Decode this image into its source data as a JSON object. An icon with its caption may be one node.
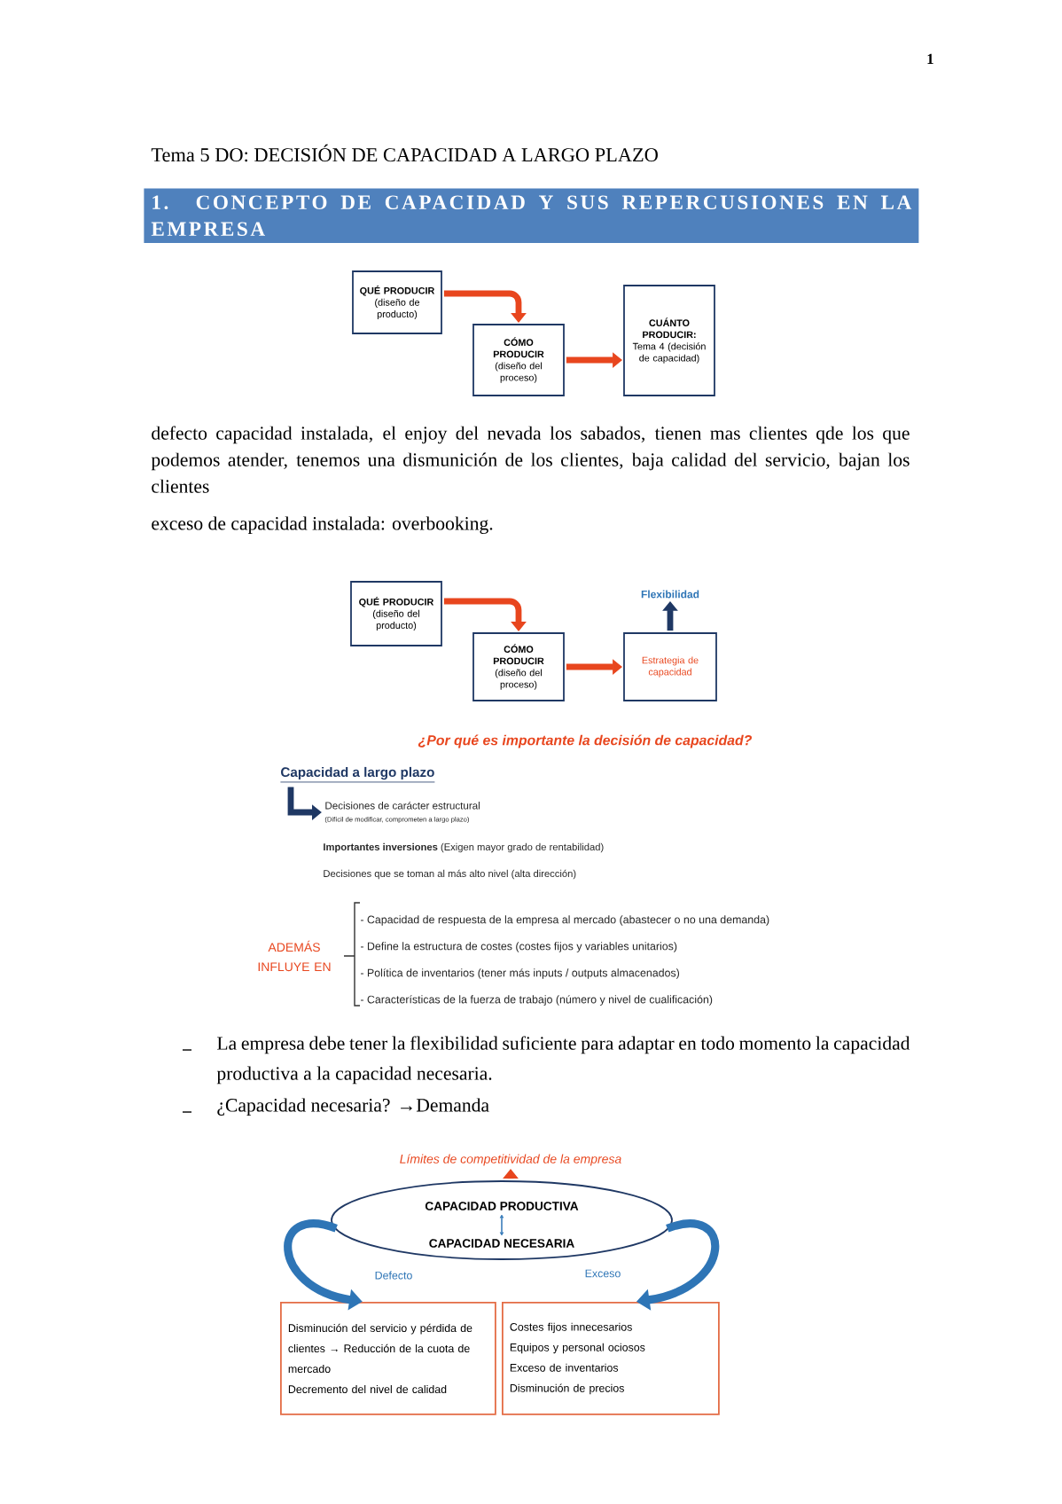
{
  "diagram": {
    "title": "Tema 5 DO: DECISIÓN DE CAPACIDAD A LARGO PLAZO",
    "nodes": [
      {
        "text": [
          "1. CONCEPTO DE CAPACIDAD Y SUS REPERCUSIONES EN LA EMPRESA"
        ]
      },
      {
        "text": [
          "QUÉ PRODUCIR",
          "(diseño de producto)"
        ]
      },
      {
        "text": [
          "CÓMO PRODUCIR",
          "(diseño del proceso)"
        ]
      },
      {
        "text": [
          "CUÁNTO PRODUCIR:",
          "Tema 4 (decisión de capacidad)"
        ]
      },
      {
        "text": [
          "QUÉ PRODUCIR",
          "(diseño del producto)"
        ]
      },
      {
        "text": [
          "Flexibilidad"
        ]
      },
      {
        "text": [
          "CÓMO PRODUCIR",
          "(diseño del proceso)"
        ]
      },
      {
        "text": [
          "Estrategia de capacidad"
        ]
      },
      {
        "text": [
          "Capacidad a largo plazo"
        ]
      },
      {
        "text": [
          "Decisiones de carácter estructural",
          "(Difícil de modificar, comprometen a largo plazo)"
        ]
      },
      {
        "text": [
          "Límites de competitividad de la empresa"
        ]
      },
      {
        "text": [],
        "shape": "ellipse"
      },
      {
        "text": [
          "CAPACIDAD PRODUCTIVA"
        ],
        "in": 11
      },
      {
        "text": [
          "CAPACIDAD NECESARIA"
        ],
        "in": 11
      },
      {
        "text": [
          "Disminución del servicio y pérdida de clientes → Reducción de la cuota de mercado",
          "Decremento del nivel de calidad"
        ]
      },
      {
        "text": [
          "Costes fijos innecesarios",
          "Equipos y personal ociosos",
          "Exceso de inventarios",
          "Disminución de precios"
        ]
      }
    ],
    "edges": [
      {
        "from": 1,
        "to": 2,
        "arrow": "to"
      },
      {
        "from": 2,
        "to": 3,
        "arrow": "to"
      },
      {
        "from": 4,
        "to": 6,
        "arrow": "to"
      },
      {
        "from": 6,
        "to": 7,
        "arrow": "to"
      },
      {
        "from": 7,
        "to": 5,
        "arrow": "to",
        "color": "#1f3864"
      },
      {
        "from": 8,
        "to": 9,
        "arrow": "to",
        "color": "#1f3864"
      },
      {
        "from": 11,
        "to": 10,
        "arrow": "to"
      },
      {
        "from": 12,
        "to": 13,
        "arrow": "both",
        "color": "#2e75b6"
      },
      {
        "from": 11,
        "to": 14,
        "arrow": "to",
        "color": "#2e75b6",
        "label": "Defecto"
      },
      {
        "from": 11,
        "to": 15,
        "arrow": "to",
        "color": "#2e75b6",
        "label": "Exceso"
      }
    ],
    "labels": [
      "1",
      "defecto capacidad instalada, el enjoy del nevada los sabados, tienen mas clientes qde los que podemos atender, tenemos una dismunición de los clientes, baja calidad del servicio, bajan los clientes",
      "exceso de capacidad instalada: overbooking.",
      "¿Por qué es importante la decisión de capacidad?",
      "**Importantes inversiones** (Exigen mayor grado de rentabilidad)",
      "Decisiones que se toman al más alto nivel (alta dirección)",
      "ADEMÁS INFLUYE EN",
      "- Capacidad de respuesta de la empresa al mercado (abastecer o no una demanda)",
      "- Define la estructura de costes (costes fijos y variables unitarios)",
      "- Política de inventarios (tener más inputs / outputs almacenados)",
      "- Características de la fuerza de trabajo (número y nivel de cualificación)",
      "La empresa debe tener la flexibilidad suficiente para adaptar en todo momento la capacidad productiva a la capacidad necesaria.",
      "¿Capacidad necesaria? →Demanda"
    ]
  }
}
